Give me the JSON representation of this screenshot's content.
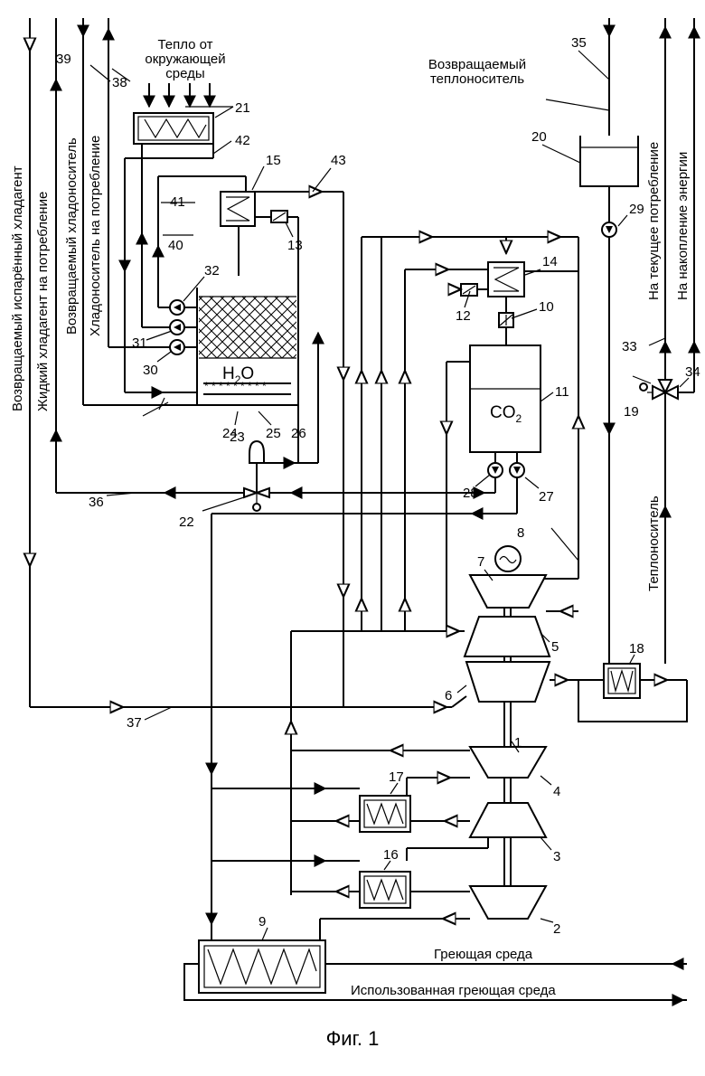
{
  "figure": {
    "caption": "Фиг. 1",
    "labels": {
      "heat_from_env": [
        "Тепло от",
        "окружающей",
        "среды"
      ],
      "returned_coolant": [
        "Возвращаемый",
        "теплоноситель"
      ],
      "returned_evap_refrigerant": "Возвращаемый испарённый хладагент",
      "liquid_refrigerant_to_consumption": "Жидкий хладагент на потребление",
      "returned_cold_carrier": "Возвращаемый хладоноситель",
      "cold_carrier_to_consumption": "Хладоноситель на потребление",
      "current_consumption": "На текущее потребление",
      "energy_storage": "На накопление энергии",
      "coolant": "Теплоноситель",
      "heating_medium": "Греющая среда",
      "used_heating_medium": "Использованная греющая среда",
      "water": "H",
      "water_sub": "2",
      "water_end": "O",
      "co2": "CO",
      "co2_sub": "2"
    },
    "numbers": [
      "1",
      "2",
      "3",
      "4",
      "5",
      "6",
      "7",
      "8",
      "9",
      "10",
      "11",
      "12",
      "13",
      "14",
      "15",
      "16",
      "17",
      "18",
      "19",
      "20",
      "21",
      "22",
      "23",
      "24",
      "25",
      "26",
      "27",
      "28",
      "29",
      "30",
      "31",
      "32",
      "33",
      "34",
      "35",
      "36",
      "37",
      "38",
      "39",
      "40",
      "41",
      "42",
      "43"
    ]
  }
}
